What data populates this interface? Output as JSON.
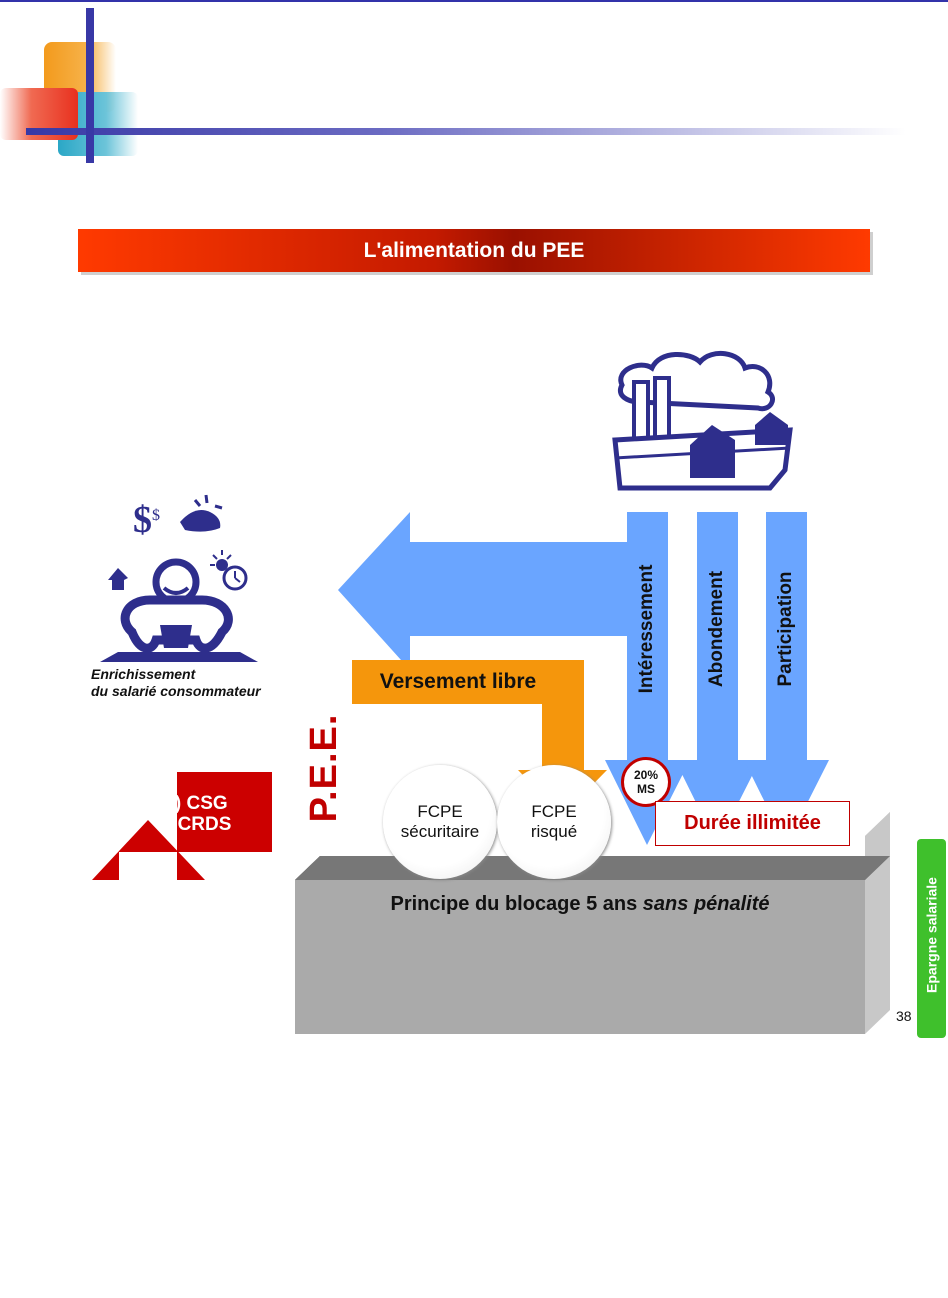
{
  "title": "L'alimentation du PEE",
  "salarie": {
    "caption_line1": "Enrichissement",
    "caption_line2": "du salarié consommateur",
    "icon": "consumer-person-icon"
  },
  "entreprise_icon": "company-buildings-icon",
  "flows": {
    "versement_libre": "Versement libre",
    "interessement": "Intéressement",
    "abondement": "Abondement",
    "participation": "Participation",
    "ms_badge_line1": "20%",
    "ms_badge_line2": "MS"
  },
  "pee": {
    "label": "P.E.E.",
    "principe_prefix": "Principe du blocage 5 ans",
    "principe_italic": "sans pénalité",
    "fcpe1_line1": "FCPE",
    "fcpe1_line2": "sécuritaire",
    "fcpe2_line1": "FCPE",
    "fcpe2_line2": "risqué",
    "duree": "Durée illimitée"
  },
  "csg": {
    "line1": "(-) CSG",
    "line2": "& CRDS"
  },
  "side_tab": "Epargne salariale",
  "page_number": "38",
  "colors": {
    "blue_arrow": "#6aa5ff",
    "orange_arrow": "#f5960c",
    "red_arrow": "#cc0000",
    "box_grey": "#aaaaaa",
    "accent_red": "#c00000",
    "side_tab_green": "#3fc02c",
    "icon_navy": "#2e2e8c"
  }
}
